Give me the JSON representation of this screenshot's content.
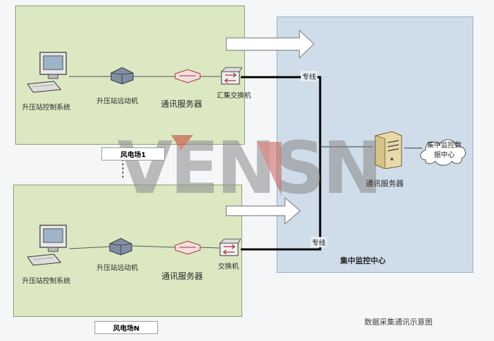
{
  "farm1": {
    "title": "风电场1",
    "devices": [
      {
        "icon": "computer-icon",
        "label": "升压站控制系统"
      },
      {
        "icon": "gateway-icon",
        "label": "升压站远动机"
      },
      {
        "icon": "router-icon",
        "label": "通讯服务器"
      },
      {
        "icon": "switch-icon",
        "label": "汇集交换机"
      }
    ]
  },
  "farmN": {
    "title": "风电场N",
    "devices": [
      {
        "icon": "computer-icon",
        "label": "升压站控制系统"
      },
      {
        "icon": "gateway-icon",
        "label": "升压站远动机"
      },
      {
        "icon": "router-icon",
        "label": "通讯服务器"
      },
      {
        "icon": "switch-icon",
        "label": "交换机"
      }
    ]
  },
  "center": {
    "title": "集中监控中心",
    "server_label": "通讯服务器",
    "cloud_label": "集中监控数据中心",
    "line_label_top": "专线",
    "line_label_bottom": "专线"
  },
  "caption": "数据采集通讯示意图",
  "watermark": "VENSN",
  "colors": {
    "farm_fill": "#dbe8c2",
    "center_fill": "#cfdce9",
    "watermark_grey": "#8a8a8a",
    "watermark_red": "#c23a2c"
  }
}
